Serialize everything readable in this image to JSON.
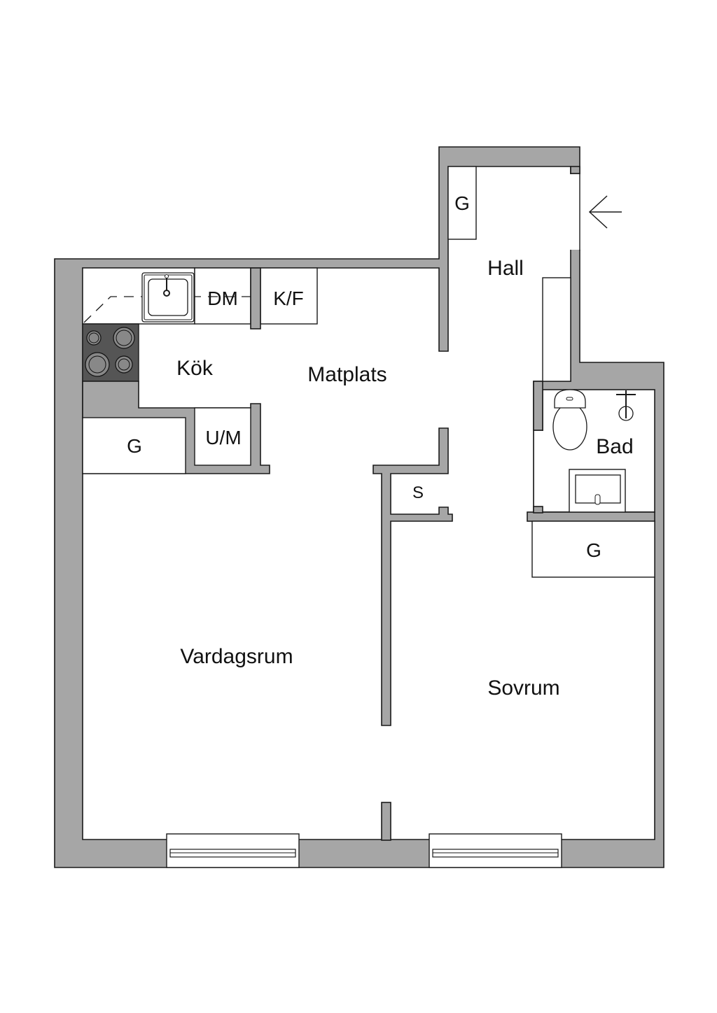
{
  "plan": {
    "rooms": {
      "kok": "Kök",
      "matplats": "Matplats",
      "hall": "Hall",
      "bad": "Bad",
      "vardagsrum": "Vardagsrum",
      "sovrum": "Sovrum"
    },
    "fixtures": {
      "hall_wardrobe": "G",
      "kitchen_wardrobe": "G",
      "bedroom_wardrobe": "G",
      "washer": "U/M",
      "dishwasher": "DM",
      "fridge_freezer": "K/F",
      "storage": "S"
    },
    "colors": {
      "wall": "#a6a6a6",
      "stove": "#555555",
      "line": "#1a1a1a"
    },
    "entrance_icon": "arrow-left-icon"
  }
}
